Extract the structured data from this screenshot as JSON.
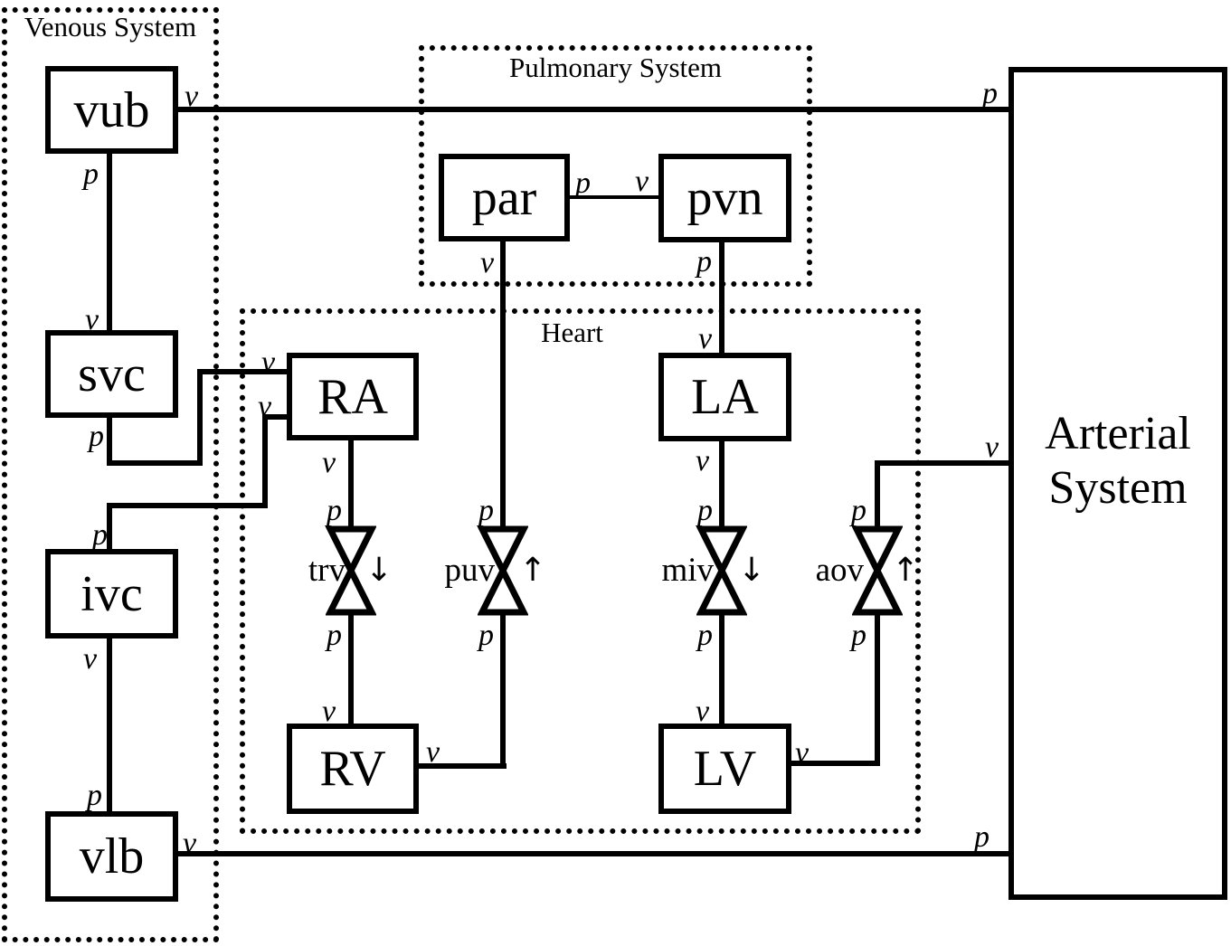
{
  "groups": {
    "venous": "Venous System",
    "pulmonary": "Pulmonary System",
    "heart": "Heart"
  },
  "nodes": {
    "vub": "vub",
    "svc": "svc",
    "ivc": "ivc",
    "vlb": "vlb",
    "par": "par",
    "pvn": "pvn",
    "ra": "RA",
    "la": "LA",
    "rv": "RV",
    "lv": "LV",
    "arterial": "Arterial System"
  },
  "valves": {
    "trv": {
      "label": "trv",
      "arrow": "↓"
    },
    "puv": {
      "label": "puv",
      "arrow": "↑"
    },
    "miv": {
      "label": "miv",
      "arrow": "↓"
    },
    "aov": {
      "label": "aov",
      "arrow": "↑"
    }
  },
  "ports": {
    "p": "p",
    "v": "v"
  },
  "colors": {
    "ink": "#000000",
    "paper": "#ffffff"
  }
}
